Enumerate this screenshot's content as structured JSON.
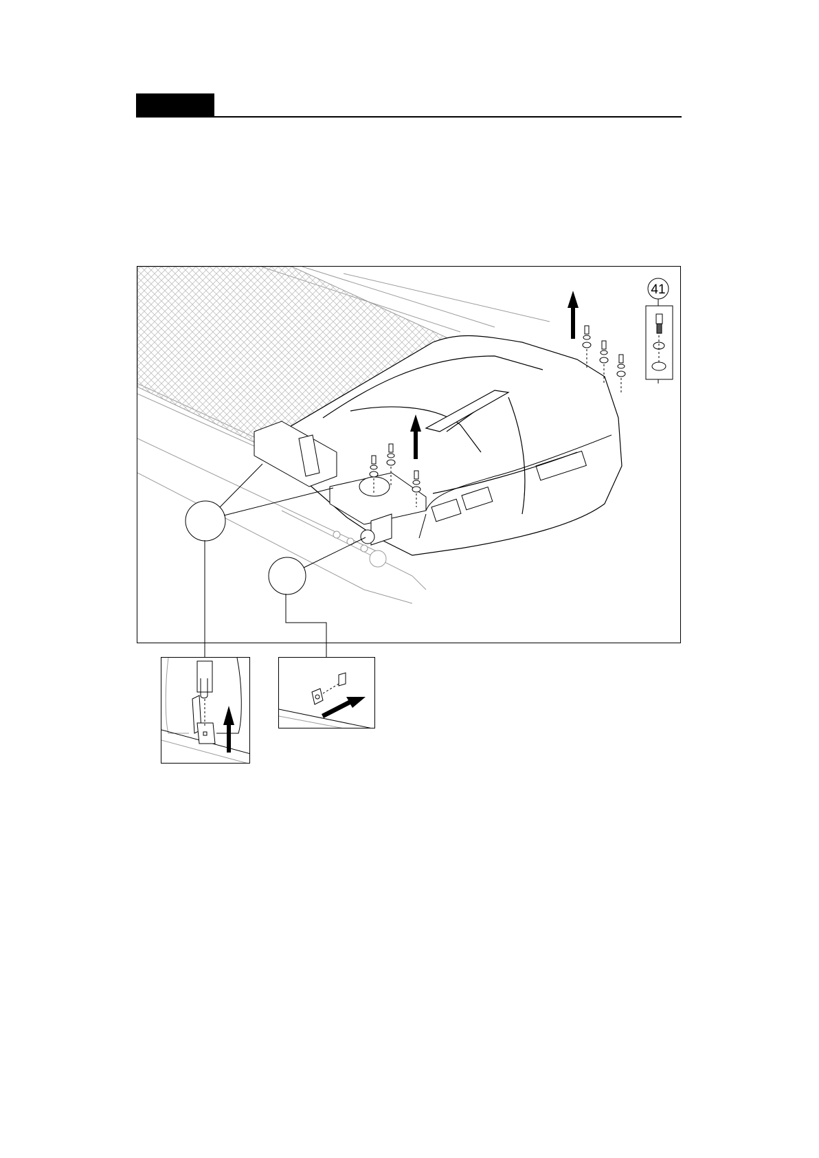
{
  "header": {
    "label": ""
  },
  "diagram": {
    "part_callout": {
      "number": "41"
    },
    "callouts": [
      {
        "id": "clip-callout",
        "label": ""
      },
      {
        "id": "nut-callout",
        "label": ""
      }
    ],
    "detail_views": [
      {
        "id": "clip-detail"
      },
      {
        "id": "nut-detail"
      }
    ]
  },
  "colors": {
    "line": "#000000",
    "background": "#ffffff",
    "hatch": "#bdbdbd",
    "soft_line": "#9a9a9a"
  }
}
